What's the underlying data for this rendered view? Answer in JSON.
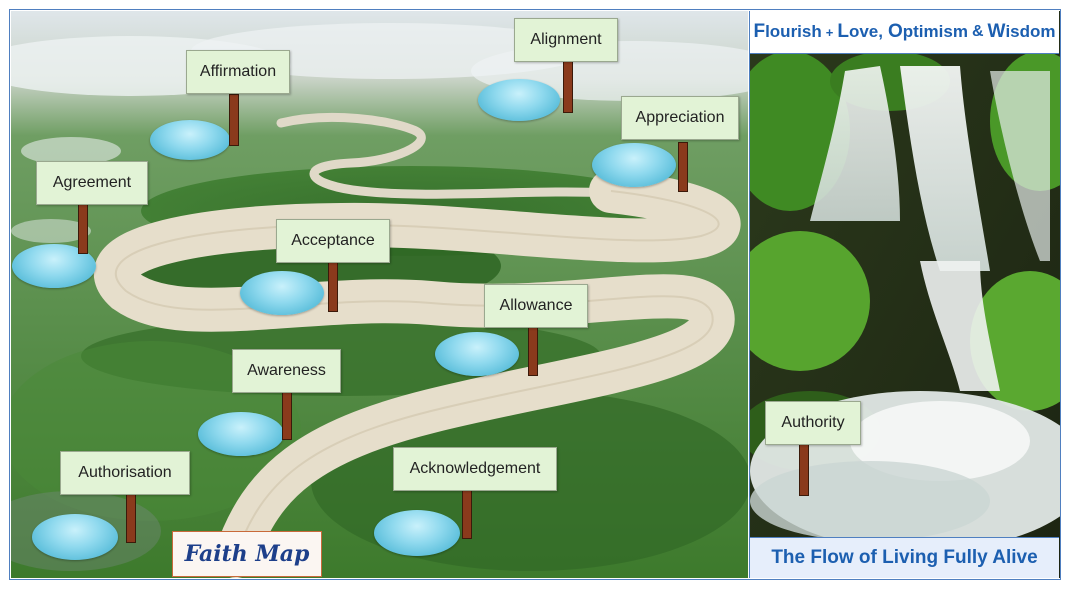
{
  "header": {
    "parts": [
      {
        "cap": "F",
        "rest": "lourish"
      },
      {
        "sep": "+"
      },
      {
        "cap": "L",
        "rest": "ove,"
      },
      {
        "cap": "O",
        "rest": "ptimism"
      },
      {
        "sep": "&"
      },
      {
        "cap": "W",
        "rest": "isdom"
      }
    ]
  },
  "footer": {
    "title": "The Flow of Living Fully Alive"
  },
  "map_label": "Faith Map",
  "signs": {
    "affirmation": "Affirmation",
    "alignment": "Alignment",
    "appreciation": "Appreciation",
    "agreement": "Agreement",
    "acceptance": "Acceptance",
    "allowance": "Allowance",
    "awareness": "Awareness",
    "authorisation": "Authorisation",
    "acknowledgement": "Acknowledgement",
    "authority": "Authority"
  },
  "colors": {
    "accent_blue": "#1c5fb0",
    "border_blue": "#4f7fc0",
    "sign_fill": "#e2f3d6",
    "post_brown": "#8a3a1c",
    "river": "#e8e0cf",
    "forest": "#3f7a2e"
  }
}
